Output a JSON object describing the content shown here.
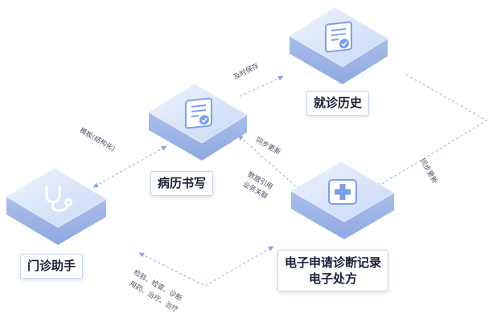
{
  "nodes": {
    "history": {
      "label": "就诊历史"
    },
    "record": {
      "label": "病历书写"
    },
    "assistant": {
      "label": "门诊助手"
    },
    "prescription": {
      "line1": "电子申请诊断记录",
      "line2": "电子处方"
    }
  },
  "edges": {
    "timely_save": "及时保存",
    "template": "模板(结构化)",
    "sync_update_1": "同步更新",
    "data_ref_1": "数据引用",
    "data_ref_2": "业务关联",
    "sync_update_2": "同步更新",
    "bottom_1": "检验、检查、诊断",
    "bottom_2": "用药、治疗、治疗"
  },
  "colors": {
    "tile_top": "#dbe6fb",
    "tile_side": "#a9bfec",
    "icon_blue": "#7d9fe8",
    "dash": "#9fb6e6"
  }
}
